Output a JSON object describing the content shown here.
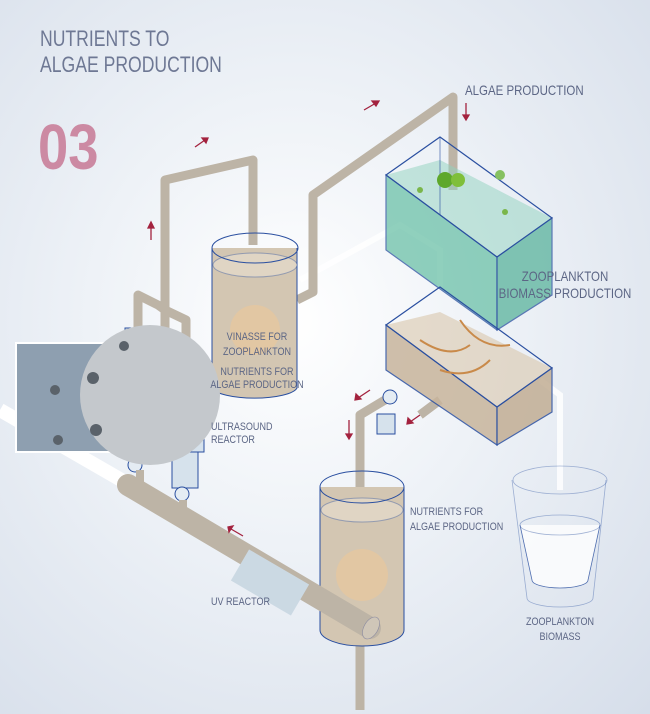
{
  "title": {
    "line1": "NUTRIENTS TO",
    "line2": "ALGAE PRODUCTION"
  },
  "step_number": "03",
  "labels": {
    "algae_production": "ALGAE PRODUCTION",
    "zooplankton_biomass_production": {
      "line1": "ZOOPLANKTON",
      "line2": "BIOMASS PRODUCTION"
    },
    "vinasse": {
      "line1": "VINASSE FOR",
      "line2": "ZOOPLANKTON"
    },
    "nutrients_upper": {
      "line1": "NUTRIENTS FOR",
      "line2": "ALGAE PRODUCTION"
    },
    "ultrasound": {
      "line1": "ULTRASOUND",
      "line2": "REACTOR"
    },
    "nutrients_lower": {
      "line1": "NUTRIENTS FOR",
      "line2": "ALGAE PRODUCTION"
    },
    "uv_reactor": "UV REACTOR",
    "zooplankton_biomass": {
      "line1": "ZOOPLANKTON",
      "line2": "BIOMASS"
    }
  },
  "colors": {
    "accent": "#cc8aa3",
    "arrow": "#a3223e",
    "pipe": "#bdb4a6",
    "outline": "#2a4fa0",
    "water": "#5fb8a0"
  }
}
